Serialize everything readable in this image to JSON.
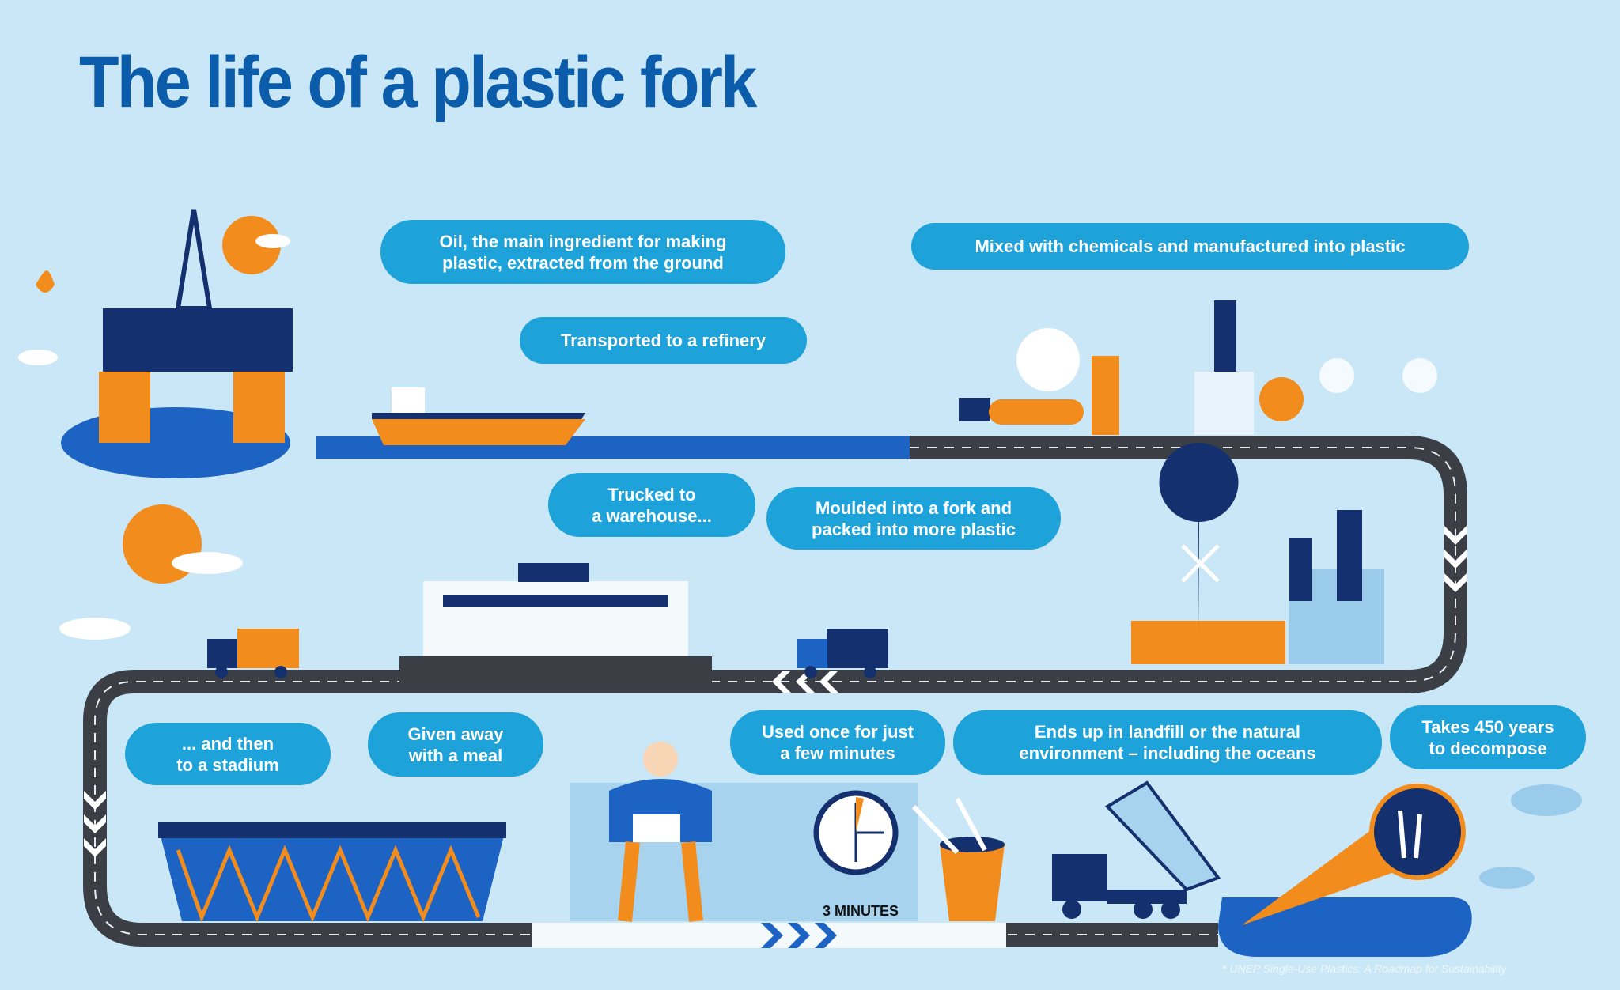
{
  "title": "The life of a plastic fork",
  "steps": [
    {
      "label": "Oil, the main ingredient for making\nplastic, extracted from the ground"
    },
    {
      "label": "Transported to a refinery"
    },
    {
      "label": "Mixed with chemicals and manufactured into plastic"
    },
    {
      "label": "Trucked to\na warehouse..."
    },
    {
      "label": "Moulded into a fork and\npacked into more plastic"
    },
    {
      "label": "... and then\nto a stadium"
    },
    {
      "label": "Given away\nwith a meal"
    },
    {
      "label": "Used once for just\na few minutes"
    },
    {
      "label": "Ends up in landfill or the natural\nenvironment – including the oceans"
    },
    {
      "label": "Takes 450 years\nto decompose"
    }
  ],
  "clock_label": "3 MINUTES",
  "footnote": "* UNEP Single-Use Plastics: A Roadmap for Sustainability",
  "colors": {
    "background": "#c9e7f6",
    "pill": "#1ea2da",
    "title": "#0b5cab",
    "navy": "#14306e",
    "orange": "#f28c1c",
    "road": "#3b3f45"
  }
}
